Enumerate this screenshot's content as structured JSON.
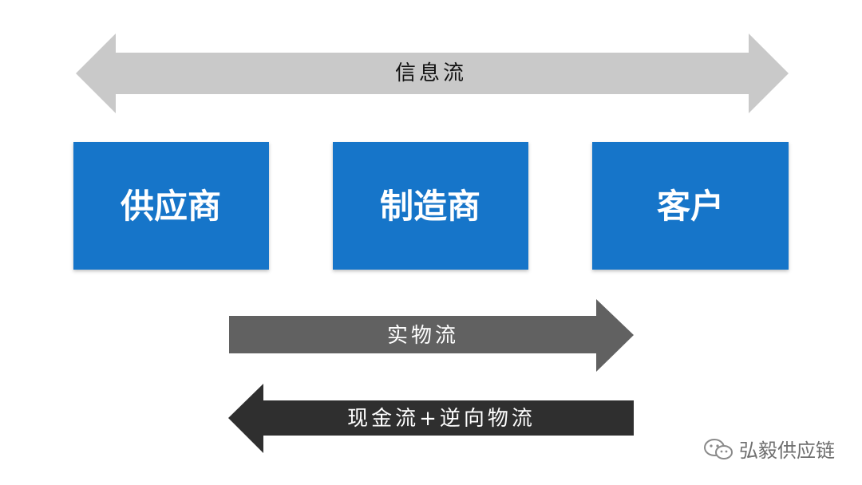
{
  "flows": {
    "information": "信息流",
    "physical": "实物流",
    "cash_reverse": "现金流+逆向物流"
  },
  "entities": [
    "供应商",
    "制造商",
    "客户"
  ],
  "watermark": {
    "text": "弘毅供应链",
    "icon": "wechat-icon"
  },
  "colors": {
    "box": "#1874c9",
    "info_arrow": "#c9c9c9",
    "physical_arrow": "#616161",
    "cash_arrow": "#2f2f2f"
  }
}
